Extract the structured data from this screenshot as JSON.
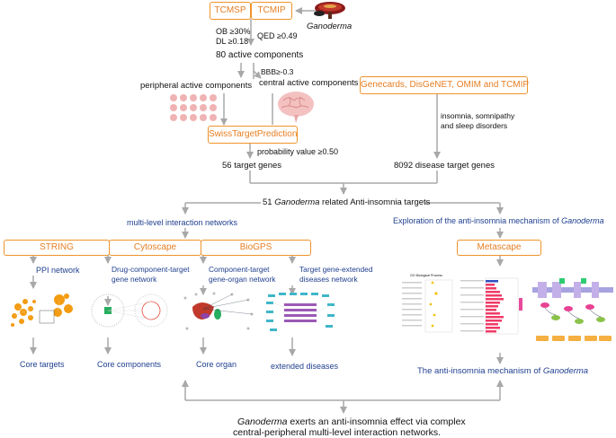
{
  "sources": {
    "tcmsp": "TCMSP",
    "tcmip": "TCMIP"
  },
  "herb_label": "Ganoderma",
  "filters": {
    "ob": "OB ≥30%",
    "dl": "DL ≥0.18",
    "qed": "QED ≥0.49",
    "bbb": "BBB≥-0.3"
  },
  "active_components": "80 active components",
  "peripheral": "peripheral active components",
  "central": "central active components",
  "disease_dbs": "Genecards, DisGeNET, OMIM and TCMIP",
  "disorders": [
    "insomnia, somnipathy",
    "and sleep disorders"
  ],
  "swiss": "SwissTargetPrediction",
  "probability": "probability value ≥0.50",
  "target_genes": "56 target genes",
  "disease_genes": "8092 disease target genes",
  "anti_targets": {
    "prefix": "51 ",
    "herb": "Ganoderma",
    "suffix": " related Anti-insomnia targets"
  },
  "multilevel": "multi-level interaction networks",
  "exploration": {
    "prefix": "Exploration of the anti-insomnia mechanism of ",
    "herb": "Ganoderma"
  },
  "tools": {
    "string": "STRING",
    "cytoscape": "Cytoscape",
    "biogps": "BioGPS",
    "metascape": "Metascape"
  },
  "networks": {
    "ppi": "PPI network",
    "drug": [
      "Drug-component-target",
      "gene network"
    ],
    "organ": [
      "Component-target",
      "gene-organ network"
    ],
    "disease": [
      "Target gene-extended",
      "diseases network"
    ]
  },
  "outcomes": {
    "targets": "Core targets",
    "components": "Core components",
    "organ": "Core organ",
    "diseases": "extended diseases"
  },
  "mechanism": {
    "prefix": "The anti-insomnia mechanism of ",
    "herb": "Ganoderma"
  },
  "go_title": "GO Biological Process",
  "conclusion": {
    "herb": "Ganoderma",
    "line1_rest": " exerts an anti-insomnia effect via complex",
    "line2": "central-peripheral multi-level interaction networks."
  },
  "colors": {
    "orange": "#f0932b",
    "blue": "#1f3f8f",
    "arrow": "#a8a8a8"
  }
}
